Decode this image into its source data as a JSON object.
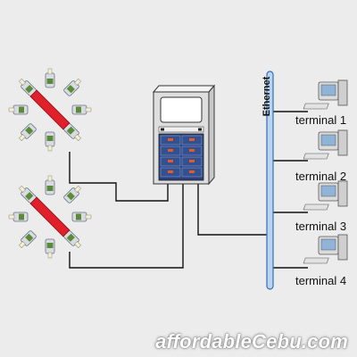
{
  "bus": {
    "label": "Ethernet"
  },
  "terminals": [
    {
      "label": "terminal 1"
    },
    {
      "label": "terminal 2"
    },
    {
      "label": "terminal 3"
    },
    {
      "label": "terminal 4"
    }
  ],
  "watermark": "affordableCebu.com",
  "colors": {
    "background": "#ececec",
    "bus_fill": "#b8d4f0",
    "bus_stroke": "#3a6fb0",
    "diagonal_bar": "#e0202a",
    "cable": "#111111",
    "cabinet_panel": "#2b3f7a"
  }
}
